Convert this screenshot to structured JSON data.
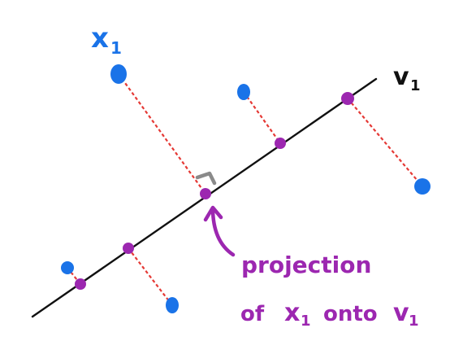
{
  "labels": {
    "x1": "x",
    "x1_sub": "1",
    "v1": "v",
    "v1_sub": "1",
    "caption_line1": "projection",
    "caption_of": "of",
    "caption_x": "x",
    "caption_x_sub": "1",
    "caption_onto": "onto",
    "caption_v": "v",
    "caption_v_sub": "1"
  },
  "colors": {
    "line": "#111111",
    "data_point": "#1a73e8",
    "projection_point": "#9c27b0",
    "projection_line": "#e53935",
    "right_angle": "#888888",
    "x1_label": "#1a73e8",
    "caption": "#9c27b0",
    "v1_label": "#111111"
  }
}
